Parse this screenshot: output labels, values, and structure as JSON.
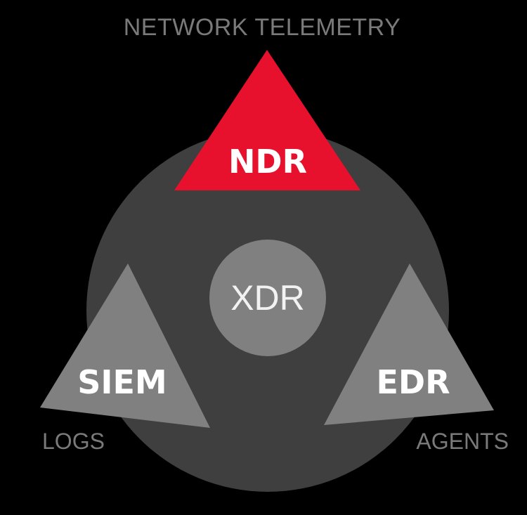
{
  "colors": {
    "background": "#000000",
    "ring": "#3f3f3f",
    "core": "#808080",
    "accent": "#e8112d",
    "secondary": "#808080",
    "outer_text": "#7a7a7a",
    "light_text": "#ffffff"
  },
  "center": {
    "label": "XDR"
  },
  "segments": {
    "ndr": {
      "label": "NDR",
      "caption": "NETWORK TELEMETRY",
      "color": "#e8112d"
    },
    "siem": {
      "label": "SIEM",
      "caption": "LOGS",
      "color": "#808080"
    },
    "edr": {
      "label": "EDR",
      "caption": "AGENTS",
      "color": "#808080"
    }
  }
}
